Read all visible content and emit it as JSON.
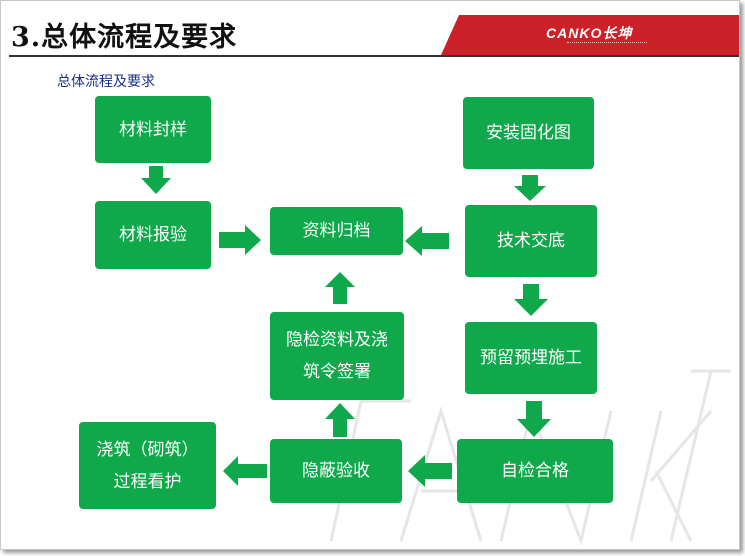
{
  "header": {
    "title": "3.总体流程及要求",
    "logo": "CANKO长坤",
    "subtitle": "总体流程及要求"
  },
  "flow": {
    "sealing": "材料封样",
    "inspection": "材料报验",
    "archive": "资料归档",
    "install_drawing": "安装固化图",
    "technical_briefing": "技术交底",
    "embedding": "预留预埋施工",
    "self_check": "自检合格",
    "concealed_acceptance": "隐蔽验收",
    "concealed_docs_line1": "隐检资料及浇",
    "concealed_docs_line2": "筑令签署",
    "curing_line1": "浇筑（砌筑）",
    "curing_line2": "过程看护"
  },
  "colors": {
    "box_green": "#0fa84b",
    "header_red": "#cc2128",
    "subtitle_blue": "#1a2f8a"
  }
}
